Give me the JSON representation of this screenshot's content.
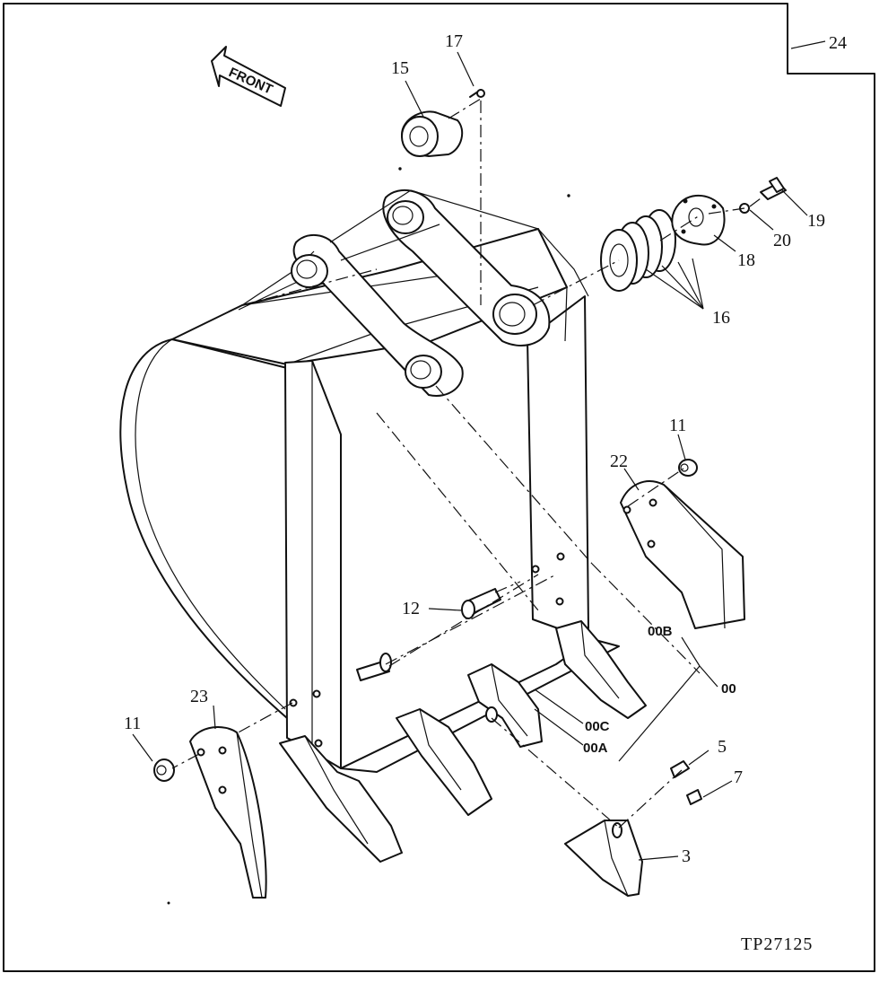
{
  "figure": {
    "id_code": "TP27125",
    "front_arrow_text": "FRONT"
  },
  "callouts": {
    "c24": "24",
    "c17": "17",
    "c15": "15",
    "c19": "19",
    "c20": "20",
    "c18": "18",
    "c16": "16",
    "c11_top": "11",
    "c22": "22",
    "c12": "12",
    "c00B": "00B",
    "c00": "00",
    "c00C": "00C",
    "c00A": "00A",
    "c23": "23",
    "c11_left": "11",
    "c5": "5",
    "c7": "7",
    "c3": "3"
  }
}
